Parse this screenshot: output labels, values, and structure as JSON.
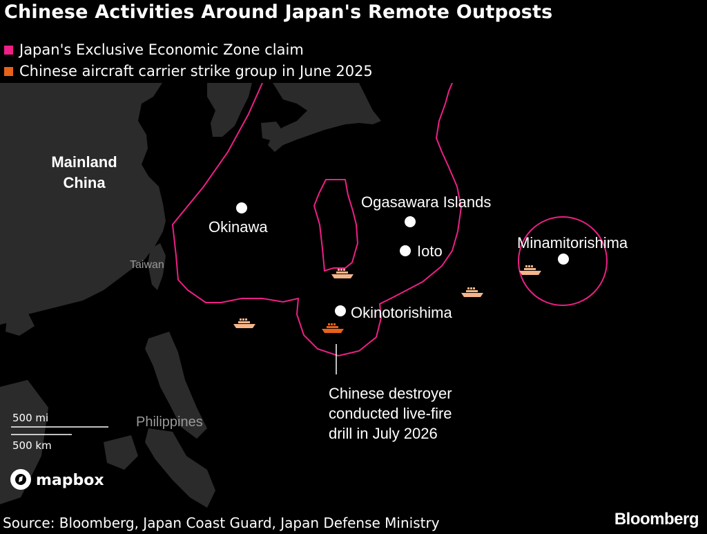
{
  "title": "Chinese Activities Around Japan's Remote Outposts",
  "legend": {
    "eez": {
      "label": "Japan's Exclusive Economic Zone claim",
      "color": "#ee1f86"
    },
    "carrier": {
      "label": "Chinese aircraft carrier strike group in June 2025",
      "color": "#e8621a"
    }
  },
  "map": {
    "labels": {
      "mainland": [
        "Mainland",
        "China"
      ],
      "taiwan": "Taiwan",
      "philippines": "Philippines",
      "okinawa": "Okinawa",
      "ogasawara": "Ogasawara Islands",
      "ioto": "Ioto",
      "okinotorishima": "Okinotorishima",
      "minamitorishima": "Minamitorishima"
    },
    "annotation": [
      "Chinese destroyer",
      "conducted live-fire",
      "drill in July 2026"
    ],
    "scale": {
      "mi": "500 mi",
      "km": "500 km"
    },
    "attribution": "mapbox",
    "colors": {
      "land": "#2b2b2b",
      "eez_line": "#ee1f86",
      "ship_light": "#f5b58a",
      "ship_dark": "#e8621a"
    },
    "ship_icon": "ship-icon",
    "dot_icon": "location-dot-icon"
  },
  "source": "Source: Bloomberg, Japan Coast Guard, Japan Defense Ministry",
  "brand": "Bloomberg"
}
